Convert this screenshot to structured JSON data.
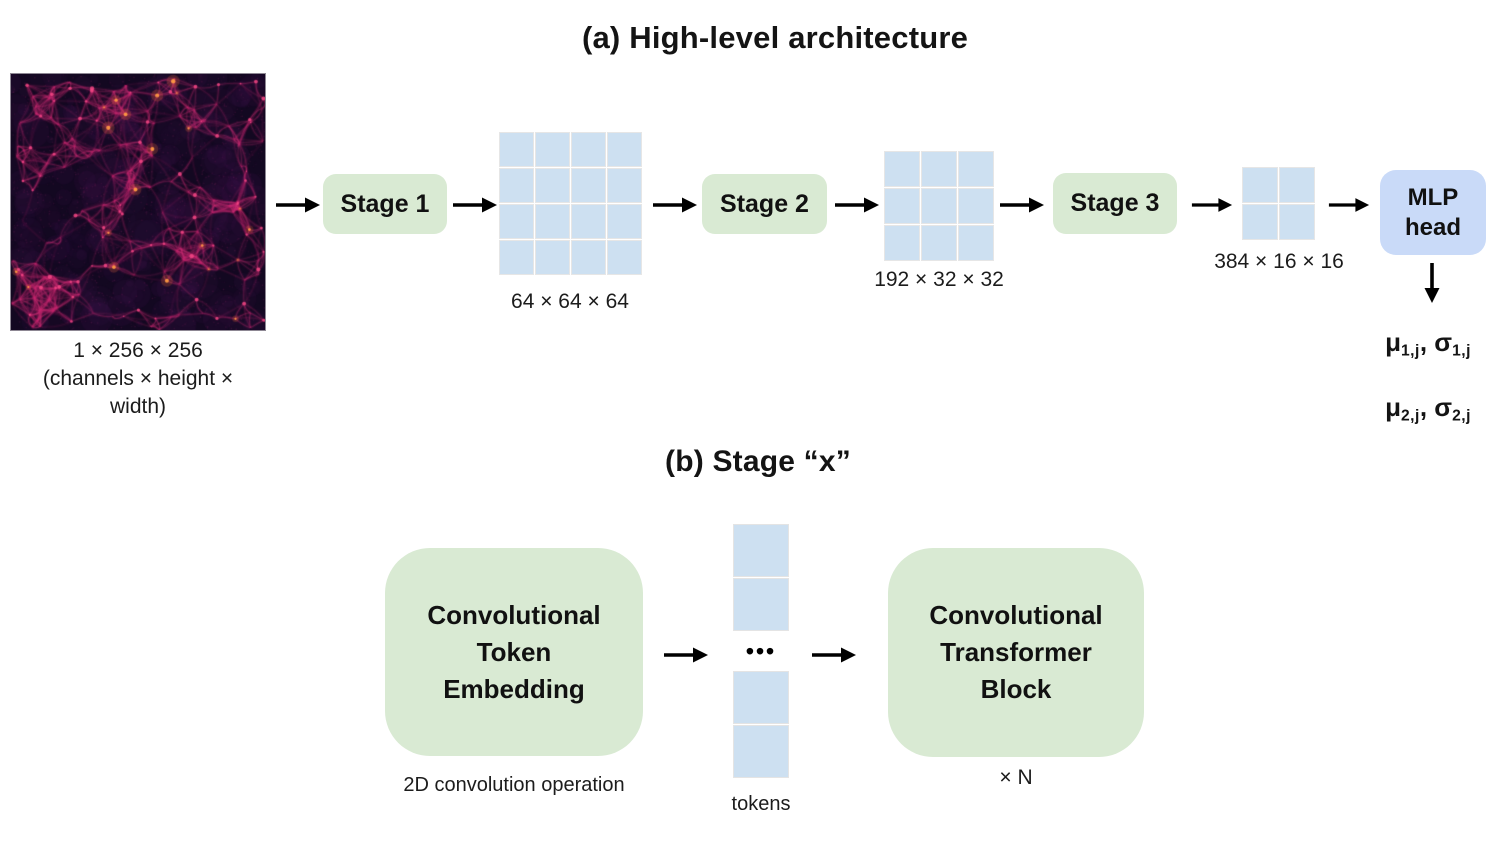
{
  "figure": {
    "panel_a": {
      "title": "(a) High-level architecture",
      "input": {
        "description": "dark matter density map",
        "caption": [
          "1 × 256 × 256",
          "(channels × height ×",
          "width)"
        ]
      },
      "stages": [
        {
          "label": "Stage 1",
          "output_dims": "64 × 64 × 64",
          "grid": {
            "rows": 4,
            "cols": 4
          }
        },
        {
          "label": "Stage 2",
          "output_dims": "192 × 32 × 32",
          "grid": {
            "rows": 3,
            "cols": 3
          }
        },
        {
          "label": "Stage 3",
          "output_dims": "384 × 16 × 16",
          "grid": {
            "rows": 2,
            "cols": 2
          }
        }
      ],
      "mlp_head": {
        "label": [
          "MLP",
          "head"
        ]
      },
      "outputs": [
        {
          "mu": "μ",
          "mu_sub": "1,j",
          "sep": ", ",
          "sigma": "σ",
          "sigma_sub": "1,j"
        },
        {
          "mu": "μ",
          "mu_sub": "2,j",
          "sep": ", ",
          "sigma": "σ",
          "sigma_sub": "2,j"
        }
      ]
    },
    "panel_b": {
      "title": "(b) Stage “x”",
      "token_embedding": {
        "label": [
          "Convolutional",
          "Token",
          "Embedding"
        ],
        "caption": "2D convolution operation"
      },
      "tokens": {
        "dots": "•••",
        "caption": "tokens"
      },
      "transformer_block": {
        "label": [
          "Convolutional",
          "Transformer",
          "Block"
        ],
        "caption": "× N"
      }
    },
    "colors": {
      "stage_box": "#d9ead3",
      "mlp_box": "#c9daf8",
      "feature_cell": "#cde0f1",
      "arrow": "#000000"
    }
  }
}
